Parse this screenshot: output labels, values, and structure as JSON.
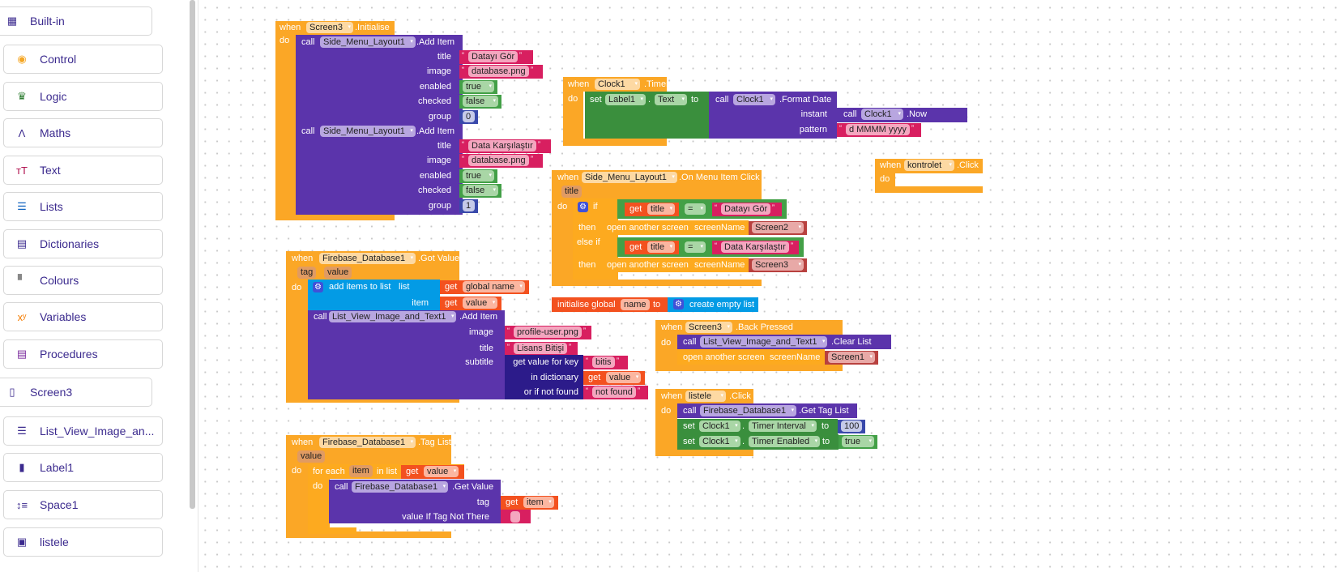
{
  "sidebar": {
    "builtin": "Built-in",
    "categories": [
      {
        "label": "Control",
        "icon": "control-icon",
        "color": "#f5a623"
      },
      {
        "label": "Logic",
        "icon": "logic-icon",
        "color": "#2e7d32"
      },
      {
        "label": "Maths",
        "icon": "maths-icon",
        "color": "#3b2a8e"
      },
      {
        "label": "Text",
        "icon": "text-icon",
        "color": "#b0124f"
      },
      {
        "label": "Lists",
        "icon": "lists-icon",
        "color": "#1565c0"
      },
      {
        "label": "Dictionaries",
        "icon": "dictionaries-icon",
        "color": "#3b2a8e"
      },
      {
        "label": "Colours",
        "icon": "colours-icon",
        "color": "#888888"
      },
      {
        "label": "Variables",
        "icon": "variables-icon",
        "color": "#f57c00"
      },
      {
        "label": "Procedures",
        "icon": "procedures-icon",
        "color": "#7b2c9e"
      }
    ],
    "screen": "Screen3",
    "components": [
      "List_View_Image_an...",
      "Label1",
      "Space1",
      "listele"
    ]
  },
  "kw": {
    "when": "when",
    "do": "do",
    "call": "call",
    "set": "set",
    "to": "to",
    "get": "get",
    "dot": ".",
    "if": "if",
    "then": "then",
    "else_if": "else if",
    "open_screen": "open another screen",
    "screen_name": "screenName",
    "initialise_global": "initialise global",
    "create_empty_list": "create empty list",
    "add_items_to_list": "add items to list",
    "list": "list",
    "item": "item",
    "for_each": "for each",
    "in_list": "in list",
    "eq": "=",
    "quote": "“",
    "quote_close": "”"
  },
  "blocks": {
    "init": {
      "component": "Screen3",
      "event": ".Initialise",
      "calls": [
        {
          "component": "Side_Menu_Layout1",
          "method": ".Add Item",
          "labels": [
            "title",
            "image",
            "enabled",
            "checked",
            "group"
          ],
          "title": "Datayı Gör",
          "image": "database.png",
          "enabled": "true",
          "checked": "false",
          "group": "0"
        },
        {
          "component": "Side_Menu_Layout1",
          "method": ".Add Item",
          "labels": [
            "title",
            "image",
            "enabled",
            "checked",
            "group"
          ],
          "title": "Data Karşılaştır",
          "image": "database.png",
          "enabled": "true",
          "checked": "false",
          "group": "1"
        }
      ]
    },
    "timer": {
      "component": "Clock1",
      "event": ".Timer",
      "set_component": "Label1",
      "set_property": "Text",
      "call_component": "Clock1",
      "call_method": ".Format Date",
      "instant_label": "instant",
      "pattern_label": "pattern",
      "now_component": "Clock1",
      "now_method": ".Now",
      "pattern": "d MMMM yyyy"
    },
    "kontrolet": {
      "component": "kontrolet",
      "event": ".Click"
    },
    "menu_click": {
      "component": "Side_Menu_Layout1",
      "event": ".On Menu Item Click",
      "param": "title",
      "var": "title",
      "cond1": "Datayı Gör",
      "screen1": "Screen2",
      "cond2": "Data Karşılaştır",
      "screen2": "Screen3"
    },
    "global": {
      "name": "name"
    },
    "got_value": {
      "component": "Firebase_Database1",
      "event": ".Got Value",
      "params": [
        "tag",
        "value"
      ],
      "list_var": "global name",
      "item_var": "value",
      "call_component": "List_View_Image_and_Text1",
      "call_method": ".Add Item",
      "labels": [
        "image",
        "title",
        "subtitle"
      ],
      "image": "profile-user.png",
      "title": "Lisans Bitişi",
      "dict_labels": [
        "get value for key",
        "in dictionary",
        "or if not found"
      ],
      "key": "bitis",
      "dict_var": "value",
      "not_found": "not found"
    },
    "back": {
      "component": "Screen3",
      "event": ".Back Pressed",
      "call_component": "List_View_Image_and_Text1",
      "call_method": ".Clear List",
      "screen": "Screen1"
    },
    "listele": {
      "component": "listele",
      "event": ".Click",
      "call_component": "Firebase_Database1",
      "call_method": ".Get Tag List",
      "set1_component": "Clock1",
      "set1_property": "Timer Interval",
      "set1_value": "100",
      "set2_component": "Clock1",
      "set2_property": "Timer Enabled",
      "set2_value": "true"
    },
    "tag_list": {
      "component": "Firebase_Database1",
      "event": ".Tag List",
      "param": "value",
      "loop_var": "item",
      "list_var": "value",
      "call_component": "Firebase_Database1",
      "call_method": ".Get Value",
      "tag_label": "tag",
      "tag_var": "item",
      "default_label": "value If Tag Not There",
      "default_value": ""
    }
  }
}
